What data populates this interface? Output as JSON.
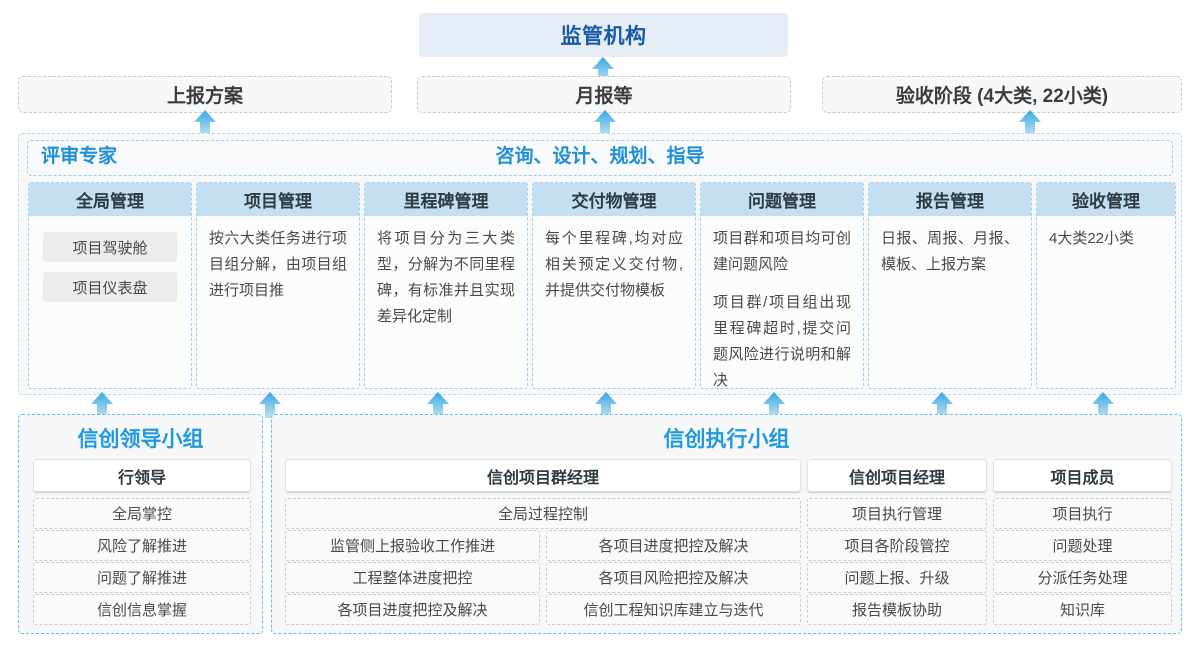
{
  "top": {
    "regulator": "监管机构",
    "deliverables": [
      {
        "label": "上报方案"
      },
      {
        "label": "月报等"
      },
      {
        "label": "验收阶段 (4大类, 22小类)"
      }
    ]
  },
  "band": {
    "left_title": "评审专家",
    "center_title": "咨询、设计、规划、指导",
    "columns": [
      {
        "header": "全局管理",
        "pills": [
          "项目驾驶舱",
          "项目仪表盘"
        ],
        "paragraphs": []
      },
      {
        "header": "项目管理",
        "pills": [],
        "paragraphs": [
          "按六大类任务进行项目组分解，由项目组进行项目推"
        ]
      },
      {
        "header": "里程碑管理",
        "pills": [],
        "paragraphs": [
          "将项目分为三大类型，分解为不同里程碑，有标准并且实现差异化定制"
        ]
      },
      {
        "header": "交付物管理",
        "pills": [],
        "paragraphs": [
          "每个里程碑,均对应相关预定义交付物,并提供交付物模板"
        ]
      },
      {
        "header": "问题管理",
        "pills": [],
        "paragraphs": [
          "项目群和项目均可创建问题风险",
          "项目群/项目组出现里程碑超时,提交问题风险进行说明和解决"
        ]
      },
      {
        "header": "报告管理",
        "pills": [],
        "paragraphs": [
          "日报、周报、月报、模板、上报方案"
        ]
      },
      {
        "header": "验收管理",
        "pills": [],
        "paragraphs": [
          "4大类22小类"
        ]
      }
    ]
  },
  "bottom": {
    "leader_group": {
      "title": "信创领导小组",
      "role": "行领导",
      "tasks": [
        "全局掌控",
        "风险了解推进",
        "问题了解推进",
        "信创信息掌握"
      ]
    },
    "exec_group": {
      "title": "信创执行小组",
      "program_manager": {
        "role": "信创项目群经理",
        "wide_task": "全局过程控制",
        "left_tasks": [
          "监管侧上报验收工作推进",
          "工程整体进度把控",
          "各项目进度把控及解决"
        ],
        "right_tasks": [
          "各项目进度把控及解决",
          "各项目风险把控及解决",
          "信创工程知识库建立与迭代"
        ]
      },
      "project_manager": {
        "role": "信创项目经理",
        "tasks": [
          "项目执行管理",
          "项目各阶段管控",
          "问题上报、升级",
          "报告模板协助"
        ]
      },
      "member": {
        "role": "项目成员",
        "tasks": [
          "项目执行",
          "问题处理",
          "分派任务处理",
          "知识库"
        ]
      }
    }
  },
  "arrows": {
    "icon": "arrow-up-icon",
    "color": "#4ab3e8"
  },
  "colors": {
    "accent_blue": "#1f9ae0",
    "header_blue": "#1a5ba6",
    "col_head_bg": "#c3dff0",
    "top_box_bg": "#e6edf7"
  }
}
